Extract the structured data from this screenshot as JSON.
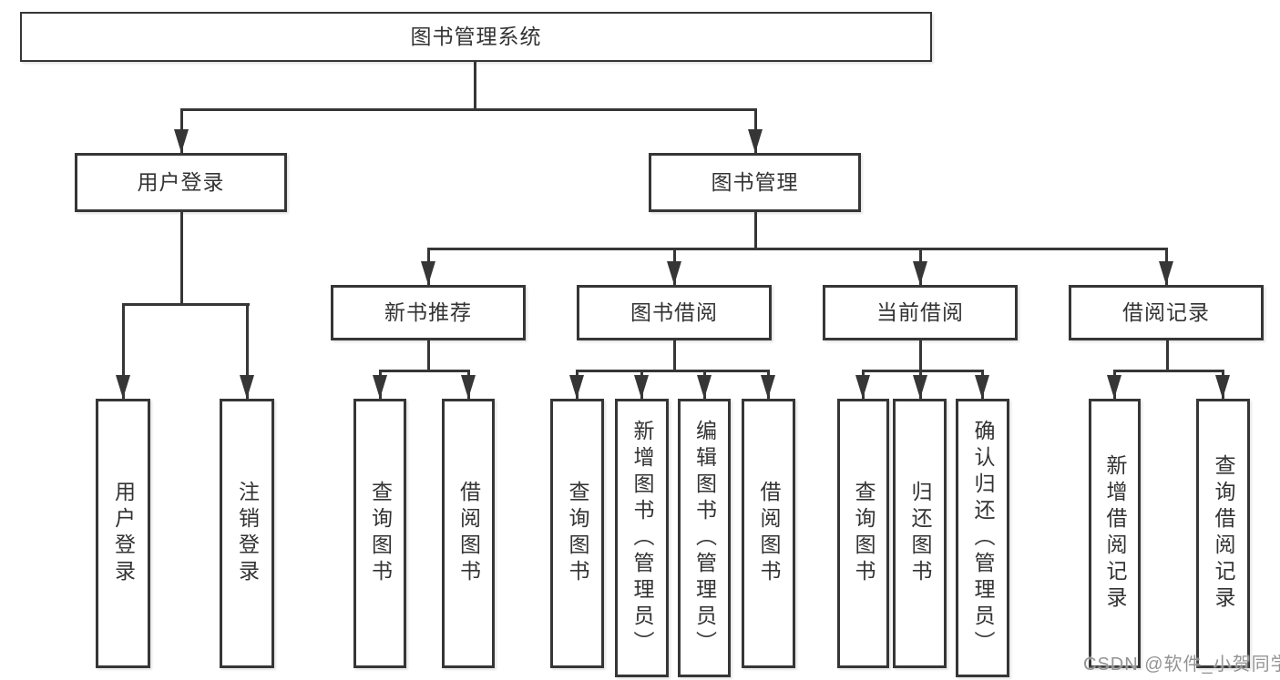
{
  "diagram": {
    "root": {
      "label": "图书管理系统"
    },
    "level2": {
      "user_login": {
        "label": "用户登录"
      },
      "book_management": {
        "label": "图书管理"
      }
    },
    "level3": {
      "new_book_recommend": {
        "label": "新书推荐"
      },
      "book_borrow": {
        "label": "图书借阅"
      },
      "current_borrow": {
        "label": "当前借阅"
      },
      "borrow_records": {
        "label": "借阅记录"
      }
    },
    "leaves": {
      "user_login": [
        "用户登录",
        "注销登录"
      ],
      "new_book_recommend": [
        "查询图书",
        "借阅图书"
      ],
      "book_borrow": [
        "查询图书",
        "新增图书（管理员）",
        "编辑图书（管理员）",
        "借阅图书"
      ],
      "current_borrow": [
        "查询图书",
        "归还图书",
        "确认归还（管理员）"
      ],
      "borrow_records": [
        "新增借阅记录",
        "查询借阅记录"
      ]
    },
    "watermark": "CSDN @软件_小贺同学",
    "colors": {
      "line": "#363636",
      "text": "#333333",
      "background": "#ffffff",
      "watermark": "#949494"
    }
  },
  "chart_data": {
    "type": "tree",
    "title": "图书管理系统",
    "hierarchy": {
      "图书管理系统": {
        "用户登录": [
          "用户登录",
          "注销登录"
        ],
        "图书管理": {
          "新书推荐": [
            "查询图书",
            "借阅图书"
          ],
          "图书借阅": [
            "查询图书",
            "新增图书（管理员）",
            "编辑图书（管理员）",
            "借阅图书"
          ],
          "当前借阅": [
            "查询图书",
            "归还图书",
            "确认归还（管理员）"
          ],
          "借阅记录": [
            "新增借阅记录",
            "查询借阅记录"
          ]
        }
      }
    }
  }
}
